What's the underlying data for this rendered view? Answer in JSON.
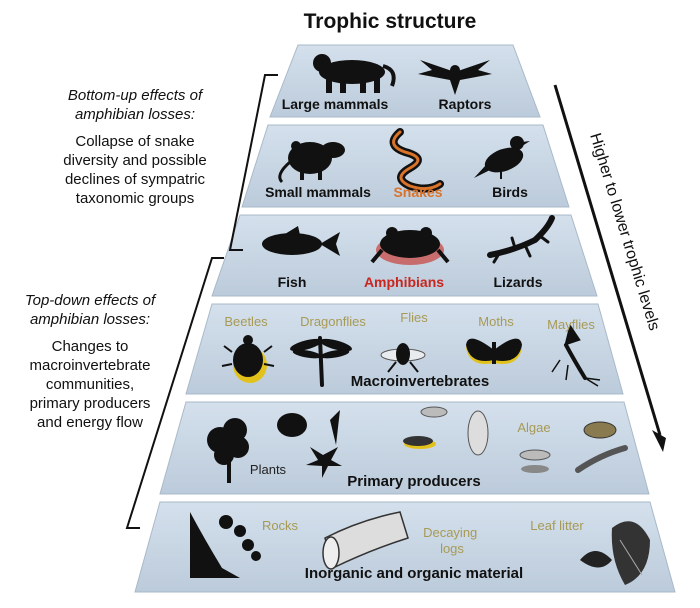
{
  "title": "Trophic structure",
  "colors": {
    "tier_fill": "#c9d7e5",
    "tier_edge": "#a9b9c9",
    "snakes": "#d9732a",
    "amphibians": "#c8261e",
    "sub_label": "#a89a55",
    "shadow": "#e2c21a"
  },
  "tiers": [
    {
      "level": "",
      "items": [
        "Large mammals",
        "Raptors"
      ]
    },
    {
      "level": "",
      "items": [
        "Small mammals",
        "Snakes",
        "Birds"
      ]
    },
    {
      "level": "",
      "items": [
        "Fish",
        "Amphibians",
        "Lizards"
      ]
    },
    {
      "level": "Macroinvertebrates",
      "items": [
        "Beetles",
        "Dragonflies",
        "Flies",
        "Moths",
        "Mayflies"
      ]
    },
    {
      "level": "Primary producers",
      "items": [
        "Plants",
        "Algae"
      ]
    },
    {
      "level": "Inorganic and organic material",
      "items": [
        "Rocks",
        "Decaying logs",
        "Leaf litter"
      ]
    }
  ],
  "bottom_up": {
    "heading_1": "Bottom-up effects of",
    "heading_2": "amphibian losses:",
    "body_1": "Collapse of snake",
    "body_2": "diversity and possible",
    "body_3": "declines of sympatric",
    "body_4": "taxonomic groups"
  },
  "top_down": {
    "heading_1": "Top-down effects of",
    "heading_2": "amphibian losses:",
    "body_1": "Changes to",
    "body_2": "macroinvertebrate",
    "body_3": "communities,",
    "body_4": "primary producers",
    "body_5": "and energy flow"
  },
  "arrow_label": "Higher to lower trophic levels",
  "icons": [
    "jaguar-icon",
    "raptor-icon",
    "opossum-icon",
    "snake-icon",
    "bird-icon",
    "fish-icon",
    "frog-icon",
    "lizard-icon",
    "beetle-icon",
    "dragonfly-icon",
    "fly-icon",
    "moth-icon",
    "mayfly-icon",
    "tree-icon",
    "leaf-icon",
    "algae-icon",
    "rock-icon",
    "log-icon",
    "leaf-litter-icon"
  ]
}
